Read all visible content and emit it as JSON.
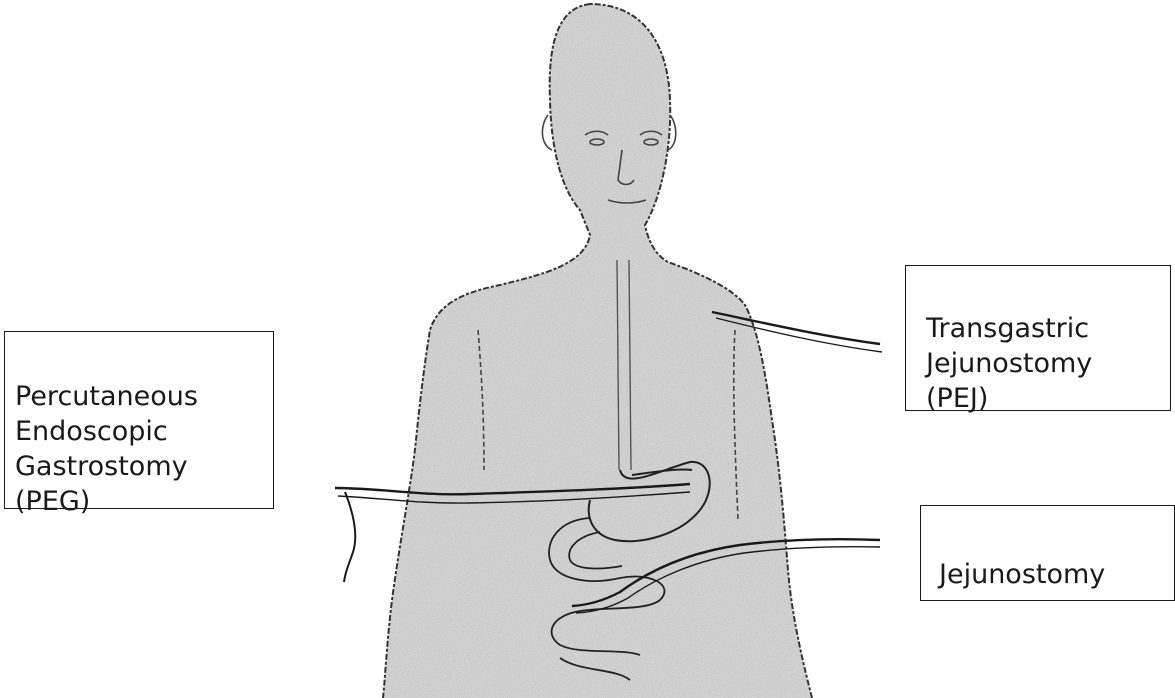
{
  "labels": {
    "peg": "Percutaneous\nEndoscopic\nGastrostomy\n(PEG)",
    "pej": "Transgastric\nJejunostomy\n(PEJ)",
    "jejunostomy": "Jejunostomy"
  },
  "colors": {
    "ink": "#1a1a1a",
    "body_stipple": "#b8b8b8",
    "background": "#ffffff"
  }
}
